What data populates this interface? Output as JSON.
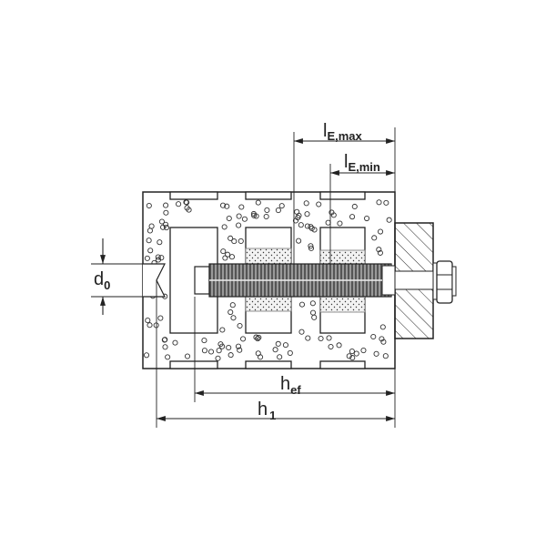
{
  "labels": {
    "le_max": {
      "main": "l",
      "sub": "E,max"
    },
    "le_min": {
      "main": "l",
      "sub": "E,min"
    },
    "hef": {
      "main": "h",
      "sub": "ef"
    },
    "h1": {
      "main": "h",
      "sub": "1"
    },
    "d0": {
      "main": "d",
      "sub": "0"
    }
  },
  "colors": {
    "line": "#222222",
    "fill": "#ffffff",
    "mortar": "#e8e8e8"
  }
}
